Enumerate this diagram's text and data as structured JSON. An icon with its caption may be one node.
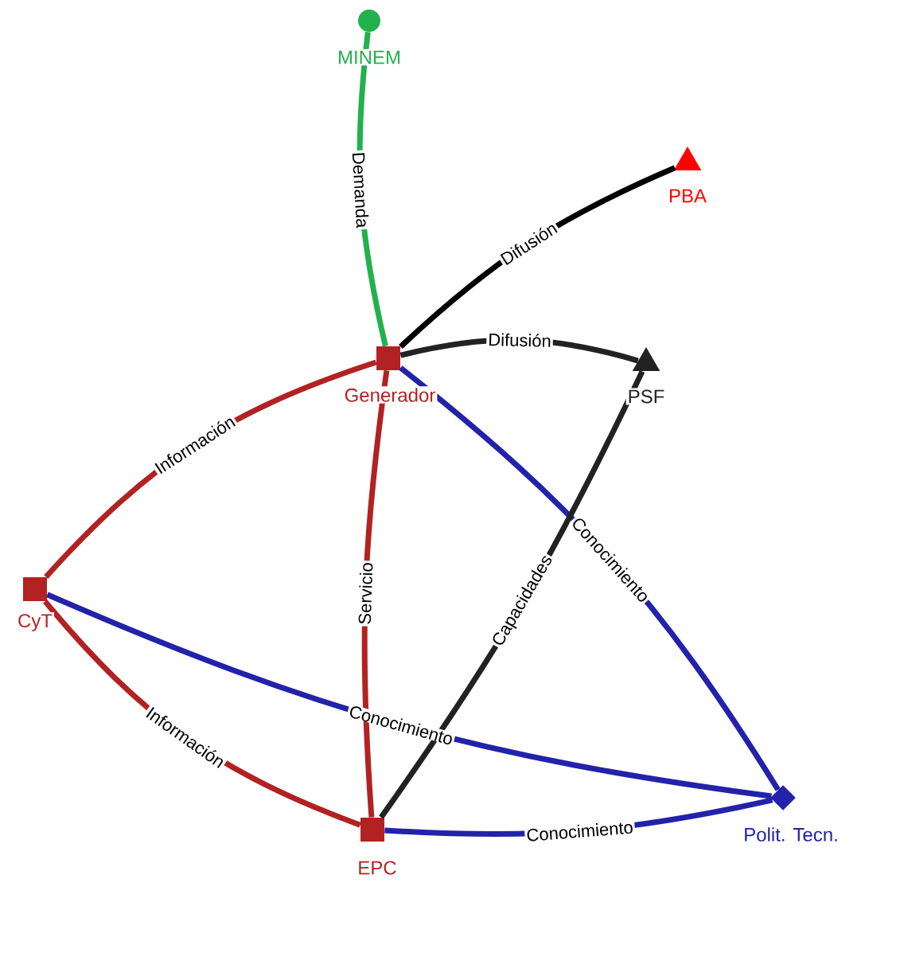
{
  "diagram": {
    "nodes": [
      {
        "text": [
          "MINEM"
        ]
      },
      {
        "text": [
          "PBA"
        ]
      },
      {
        "text": [
          "Generador"
        ]
      },
      {
        "text": [
          "PSF"
        ]
      },
      {
        "text": [
          "CyT"
        ]
      },
      {
        "text": [
          "EPC"
        ]
      },
      {
        "text": [
          "Polit. Tecn."
        ]
      }
    ],
    "edges": [
      {
        "from": 0,
        "to": 2,
        "arrow": "none",
        "label": "Demanda",
        "color": "#22b14c"
      },
      {
        "from": 2,
        "to": 1,
        "arrow": "none",
        "label": "Difusión",
        "color": "#000000"
      },
      {
        "from": 2,
        "to": 3,
        "arrow": "none",
        "label": "Difusión",
        "color": "#222222"
      },
      {
        "from": 2,
        "to": 4,
        "arrow": "none",
        "label": "Información",
        "color": "#b22222"
      },
      {
        "from": 2,
        "to": 5,
        "arrow": "none",
        "label": "Servicio",
        "color": "#b22222"
      },
      {
        "from": 2,
        "to": 6,
        "arrow": "none",
        "label": "Conocimiento",
        "color": "#2222aa"
      },
      {
        "from": 4,
        "to": 5,
        "arrow": "none",
        "label": "Información",
        "color": "#b22222"
      },
      {
        "from": 4,
        "to": 6,
        "arrow": "none",
        "label": "Conocimiento",
        "color": "#2222aa"
      },
      {
        "from": 5,
        "to": 3,
        "arrow": "none",
        "label": "Capacidades",
        "color": "#222222"
      },
      {
        "from": 5,
        "to": 6,
        "arrow": "none",
        "label": "Conocimiento",
        "color": "#2222aa"
      }
    ]
  }
}
